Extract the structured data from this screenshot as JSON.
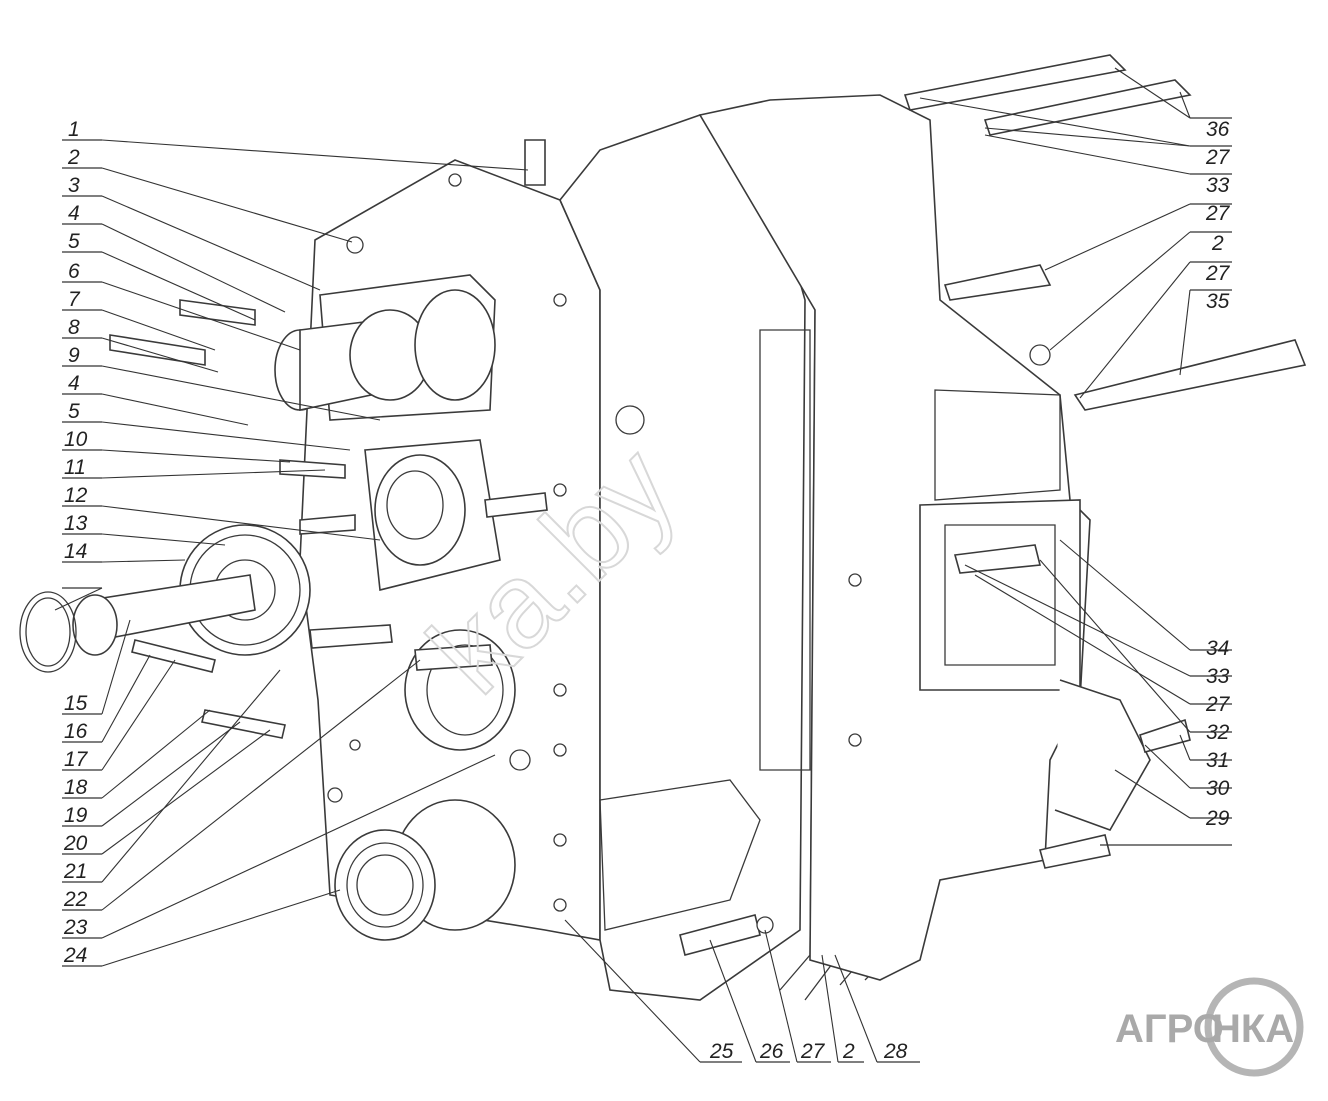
{
  "watermark": "ka.by",
  "logo": {
    "left_text": "АГРО",
    "right_text": "НКА"
  },
  "callouts_left": [
    "1",
    "2",
    "3",
    "4",
    "5",
    "6",
    "7",
    "8",
    "9",
    "4",
    "5",
    "10",
    "11",
    "12",
    "13",
    "14",
    "15",
    "16",
    "17",
    "18",
    "19",
    "20",
    "21",
    "22",
    "23",
    "24"
  ],
  "callouts_right": [
    "36",
    "27",
    "33",
    "27",
    "2",
    "27",
    "35",
    "34",
    "33",
    "27",
    "32",
    "31",
    "30",
    "29"
  ],
  "callouts_bottom": [
    "25",
    "26",
    "27",
    "2",
    "28"
  ],
  "colors": {
    "line": "#333333",
    "logo_gray": "#a9a9a9"
  }
}
